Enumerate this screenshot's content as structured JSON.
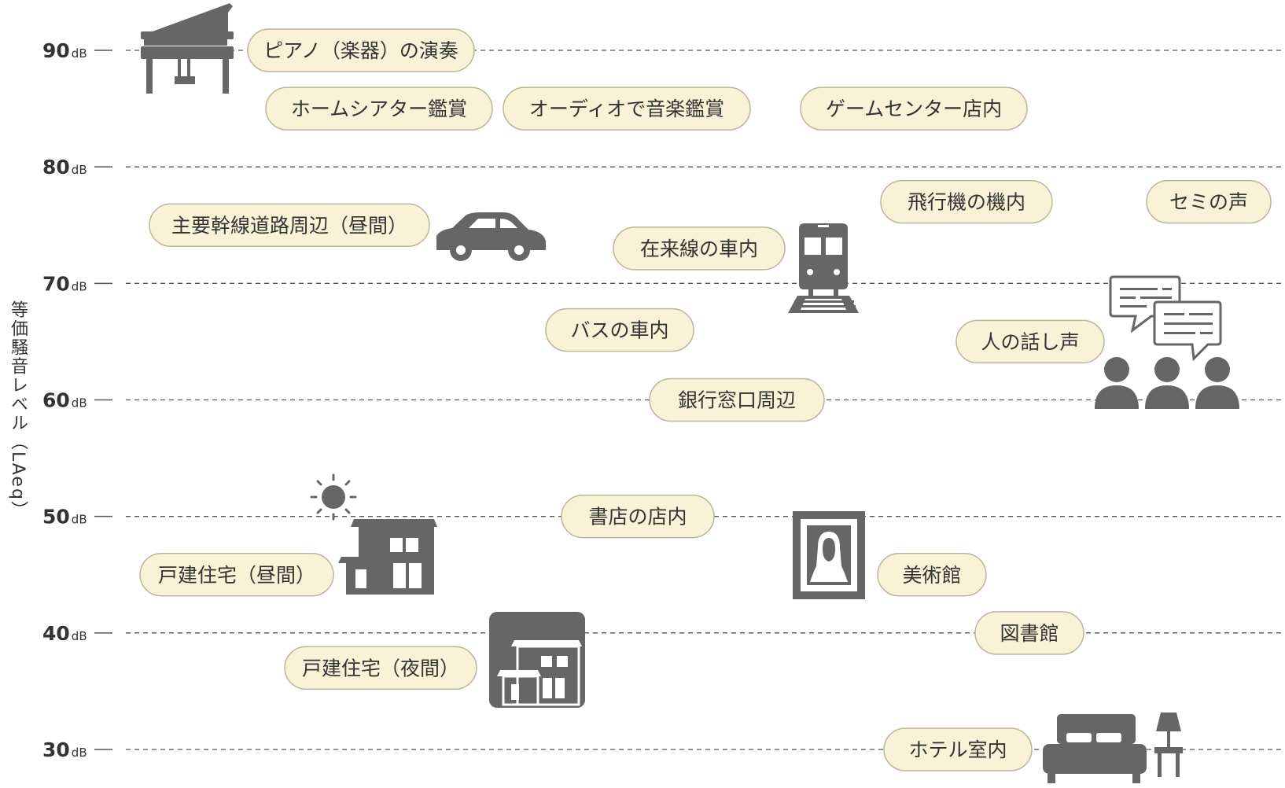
{
  "chart_data": {
    "type": "scatter",
    "ylabel": "等価騒音レベル（LAeq）",
    "unit": "dB",
    "ylim": [
      30,
      90
    ],
    "yticks": [
      {
        "value": 90,
        "num": "90",
        "unit": "dB"
      },
      {
        "value": 80,
        "num": "80",
        "unit": "dB"
      },
      {
        "value": 70,
        "num": "70",
        "unit": "dB"
      },
      {
        "value": 60,
        "num": "60",
        "unit": "dB"
      },
      {
        "value": 50,
        "num": "50",
        "unit": "dB"
      },
      {
        "value": 40,
        "num": "40",
        "unit": "dB"
      },
      {
        "value": 30,
        "num": "30",
        "unit": "dB"
      }
    ],
    "grid": true,
    "points": [
      {
        "label": "ピアノ（楽器）の演奏",
        "y": 90
      },
      {
        "label": "ホームシアター鑑賞",
        "y": 85
      },
      {
        "label": "オーディオで音楽鑑賞",
        "y": 85
      },
      {
        "label": "ゲームセンター店内",
        "y": 85
      },
      {
        "label": "飛行機の機内",
        "y": 77
      },
      {
        "label": "セミの声",
        "y": 77
      },
      {
        "label": "主要幹線道路周辺（昼間）",
        "y": 75
      },
      {
        "label": "在来線の車内",
        "y": 73
      },
      {
        "label": "バスの車内",
        "y": 66
      },
      {
        "label": "人の話し声",
        "y": 65
      },
      {
        "label": "銀行窓口周辺",
        "y": 60
      },
      {
        "label": "書店の店内",
        "y": 50
      },
      {
        "label": "戸建住宅（昼間）",
        "y": 45
      },
      {
        "label": "美術館",
        "y": 45
      },
      {
        "label": "図書館",
        "y": 40
      },
      {
        "label": "戸建住宅（夜間）",
        "y": 37
      },
      {
        "label": "ホテル室内",
        "y": 30
      }
    ]
  },
  "colors": {
    "pill_fill": "#faf2d7",
    "pill_stroke": "#bdb49a",
    "icon": "#666666",
    "grid": "#555555",
    "text": "#333333"
  },
  "icons": [
    "piano-icon",
    "car-icon",
    "train-icon",
    "speech-bubble-icon",
    "people-icon",
    "sun-icon",
    "house-icon",
    "night-house-icon",
    "portrait-frame-icon",
    "bed-icon",
    "lamp-icon"
  ]
}
